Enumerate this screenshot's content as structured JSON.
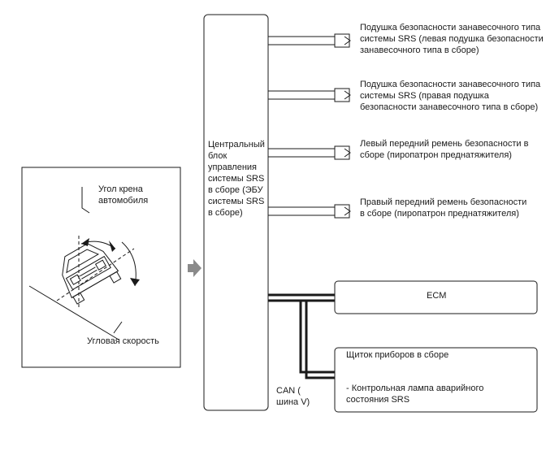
{
  "vehicle_panel": {
    "roll_angle_label": "Угол крена\nавтомобиля",
    "angular_rate_label": "Угловая скорость"
  },
  "ecu": {
    "label": "Центральный\nблок\nуправления\nсистемы SRS\nв сборе (ЭБУ\nсистемы SRS\nв сборе)"
  },
  "outputs": [
    {
      "label": "Подушка безопасности занавесочного типа\nсистемы SRS (левая подушка безопасности\nзанавесочного типа в сборе)"
    },
    {
      "label": "Подушка безопасности занавесочного типа\nсистемы SRS (правая подушка\nбезопасности занавесочного типа в сборе)"
    },
    {
      "label": "Левый передний ремень безопасности в\nсборе (пиропатрон преднатяжителя)"
    },
    {
      "label": "Правый передний ремень безопасности\nв сборе (пиропатрон преднатяжителя)"
    }
  ],
  "ecm": {
    "label": "ECM"
  },
  "meter": {
    "title": "Щиток приборов в сборе",
    "item": "- Контрольная лампа аварийного\nсостояния SRS"
  },
  "can_bus": {
    "label": "CAN (\nшина V)"
  },
  "colors": {
    "line": "#1a1a1a",
    "arrow": "#8a8a8a",
    "background": "#ffffff"
  }
}
